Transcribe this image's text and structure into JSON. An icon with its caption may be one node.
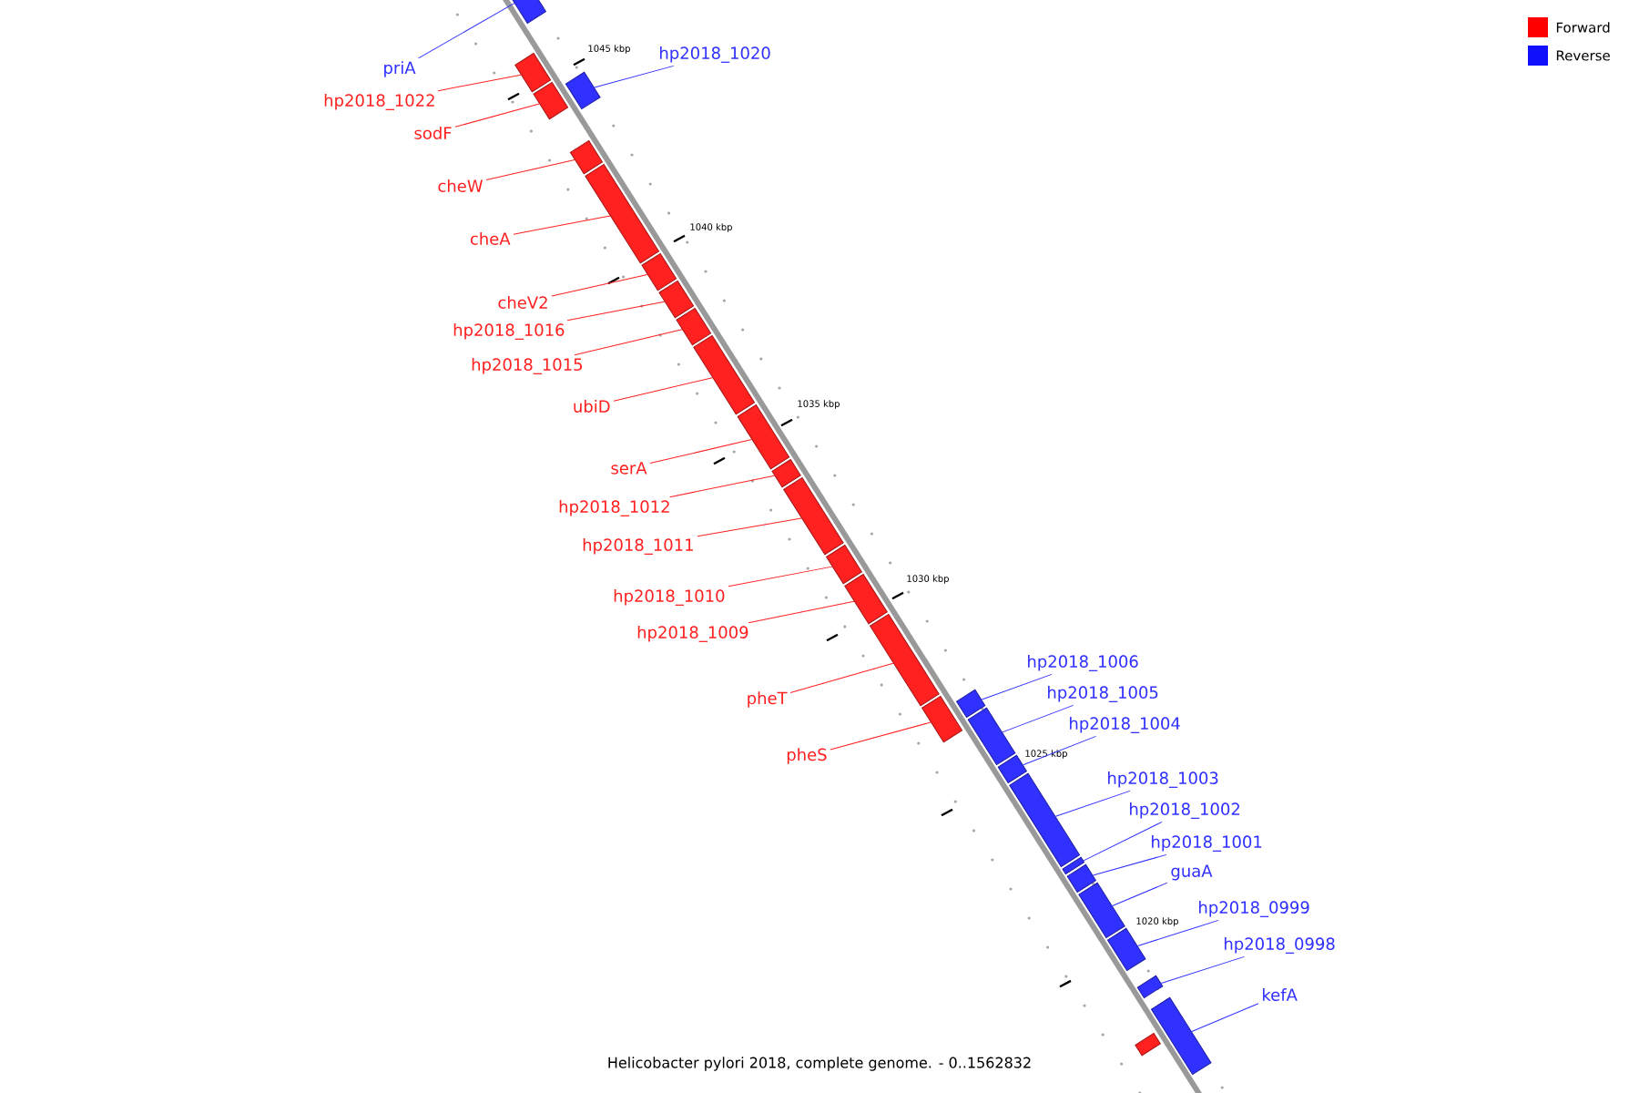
{
  "diagram": {
    "caption": "Helicobacter pylori 2018, complete genome. - 0..1562832",
    "nodes": [
      {
        "text": [
          "priA"
        ]
      },
      {
        "text": [
          "hp2018_1022"
        ]
      },
      {
        "text": [
          "hp2018_1020"
        ]
      },
      {
        "text": [
          "sodF"
        ]
      },
      {
        "text": [
          "cheW"
        ]
      },
      {
        "text": [
          "cheA"
        ]
      },
      {
        "text": [
          "cheV2"
        ]
      },
      {
        "text": [
          "hp2018_1016"
        ]
      },
      {
        "text": [
          "hp2018_1015"
        ]
      },
      {
        "text": [
          "ubiD"
        ]
      },
      {
        "text": [
          "serA"
        ]
      },
      {
        "text": [
          "hp2018_1012"
        ]
      },
      {
        "text": [
          "hp2018_1011"
        ]
      },
      {
        "text": [
          "hp2018_1010"
        ]
      },
      {
        "text": [
          "hp2018_1009"
        ]
      },
      {
        "text": [
          "pheT"
        ]
      },
      {
        "text": [
          "hp2018_1006"
        ]
      },
      {
        "text": [
          "hp2018_1005"
        ]
      },
      {
        "text": [
          "pheS"
        ]
      },
      {
        "text": [
          "hp2018_1004"
        ]
      },
      {
        "text": [
          "hp2018_1003"
        ]
      },
      {
        "text": [
          "hp2018_1002"
        ]
      },
      {
        "text": [
          "hp2018_1001"
        ]
      },
      {
        "text": [
          "guaA"
        ]
      },
      {
        "text": [
          "hp2018_0999"
        ]
      },
      {
        "text": [
          "hp2018_0998"
        ]
      },
      {
        "text": [
          "kefA"
        ]
      },
      {
        "text": [],
        "shape": "bar"
      },
      {
        "text": [],
        "shape": "bar"
      },
      {
        "text": [],
        "shape": "bar"
      },
      {
        "text": [],
        "shape": "bar"
      },
      {
        "text": [],
        "shape": "bar"
      },
      {
        "text": [],
        "shape": "bar"
      },
      {
        "text": [],
        "shape": "bar"
      },
      {
        "text": [],
        "shape": "bar"
      },
      {
        "text": [],
        "shape": "bar"
      },
      {
        "text": [],
        "shape": "bar"
      },
      {
        "text": [],
        "shape": "bar"
      },
      {
        "text": [],
        "shape": "bar"
      },
      {
        "text": [],
        "shape": "bar"
      },
      {
        "text": [],
        "shape": "bar"
      },
      {
        "text": [],
        "shape": "bar"
      },
      {
        "text": [],
        "shape": "bar"
      },
      {
        "text": [],
        "shape": "bar"
      },
      {
        "text": [],
        "shape": "bar"
      },
      {
        "text": [],
        "shape": "bar"
      },
      {
        "text": [],
        "shape": "bar"
      },
      {
        "text": [],
        "shape": "bar"
      },
      {
        "text": [],
        "shape": "bar"
      },
      {
        "text": [],
        "shape": "bar"
      },
      {
        "text": [],
        "shape": "bar"
      },
      {
        "text": [],
        "shape": "bar"
      },
      {
        "text": [],
        "shape": "bar"
      },
      {
        "text": [],
        "shape": "bar"
      },
      {
        "text": [],
        "shape": "bar"
      }
    ],
    "edges": [
      {
        "from": 0,
        "to": 27,
        "arrow": "none",
        "color": "#3030ff"
      },
      {
        "from": 1,
        "to": 28,
        "arrow": "none"
      },
      {
        "from": 2,
        "to": 30,
        "arrow": "none",
        "color": "#3030ff"
      },
      {
        "from": 3,
        "to": 29,
        "arrow": "none"
      },
      {
        "from": 4,
        "to": 31,
        "arrow": "none"
      },
      {
        "from": 5,
        "to": 32,
        "arrow": "none"
      },
      {
        "from": 6,
        "to": 33,
        "arrow": "none"
      },
      {
        "from": 7,
        "to": 34,
        "arrow": "none"
      },
      {
        "from": 8,
        "to": 35,
        "arrow": "none"
      },
      {
        "from": 9,
        "to": 36,
        "arrow": "none"
      },
      {
        "from": 10,
        "to": 37,
        "arrow": "none"
      },
      {
        "from": 11,
        "to": 38,
        "arrow": "none"
      },
      {
        "from": 12,
        "to": 39,
        "arrow": "none"
      },
      {
        "from": 13,
        "to": 40,
        "arrow": "none"
      },
      {
        "from": 14,
        "to": 41,
        "arrow": "none"
      },
      {
        "from": 15,
        "to": 42,
        "arrow": "none"
      },
      {
        "from": 16,
        "to": 44,
        "arrow": "none",
        "color": "#3030ff"
      },
      {
        "from": 17,
        "to": 45,
        "arrow": "none",
        "color": "#3030ff"
      },
      {
        "from": 18,
        "to": 43,
        "arrow": "none"
      },
      {
        "from": 19,
        "to": 46,
        "arrow": "none",
        "color": "#3030ff"
      },
      {
        "from": 20,
        "to": 47,
        "arrow": "none",
        "color": "#3030ff"
      },
      {
        "from": 21,
        "to": 48,
        "arrow": "none",
        "color": "#3030ff"
      },
      {
        "from": 22,
        "to": 49,
        "arrow": "none",
        "color": "#3030ff"
      },
      {
        "from": 23,
        "to": 50,
        "arrow": "none",
        "color": "#3030ff"
      },
      {
        "from": 24,
        "to": 51,
        "arrow": "none",
        "color": "#3030ff"
      },
      {
        "from": 25,
        "to": 52,
        "arrow": "none",
        "color": "#3030ff"
      },
      {
        "from": 26,
        "to": 54,
        "arrow": "none",
        "color": "#3030ff"
      }
    ],
    "labels": [
      "1045 kbp",
      "1040 kbp",
      "1035 kbp",
      "1030 kbp",
      "1025 kbp",
      "1020 kbp"
    ],
    "legend": [
      {
        "text": "Forward",
        "color": "#ff0000"
      },
      {
        "text": "Reverse",
        "color": "#1010ff"
      }
    ]
  }
}
